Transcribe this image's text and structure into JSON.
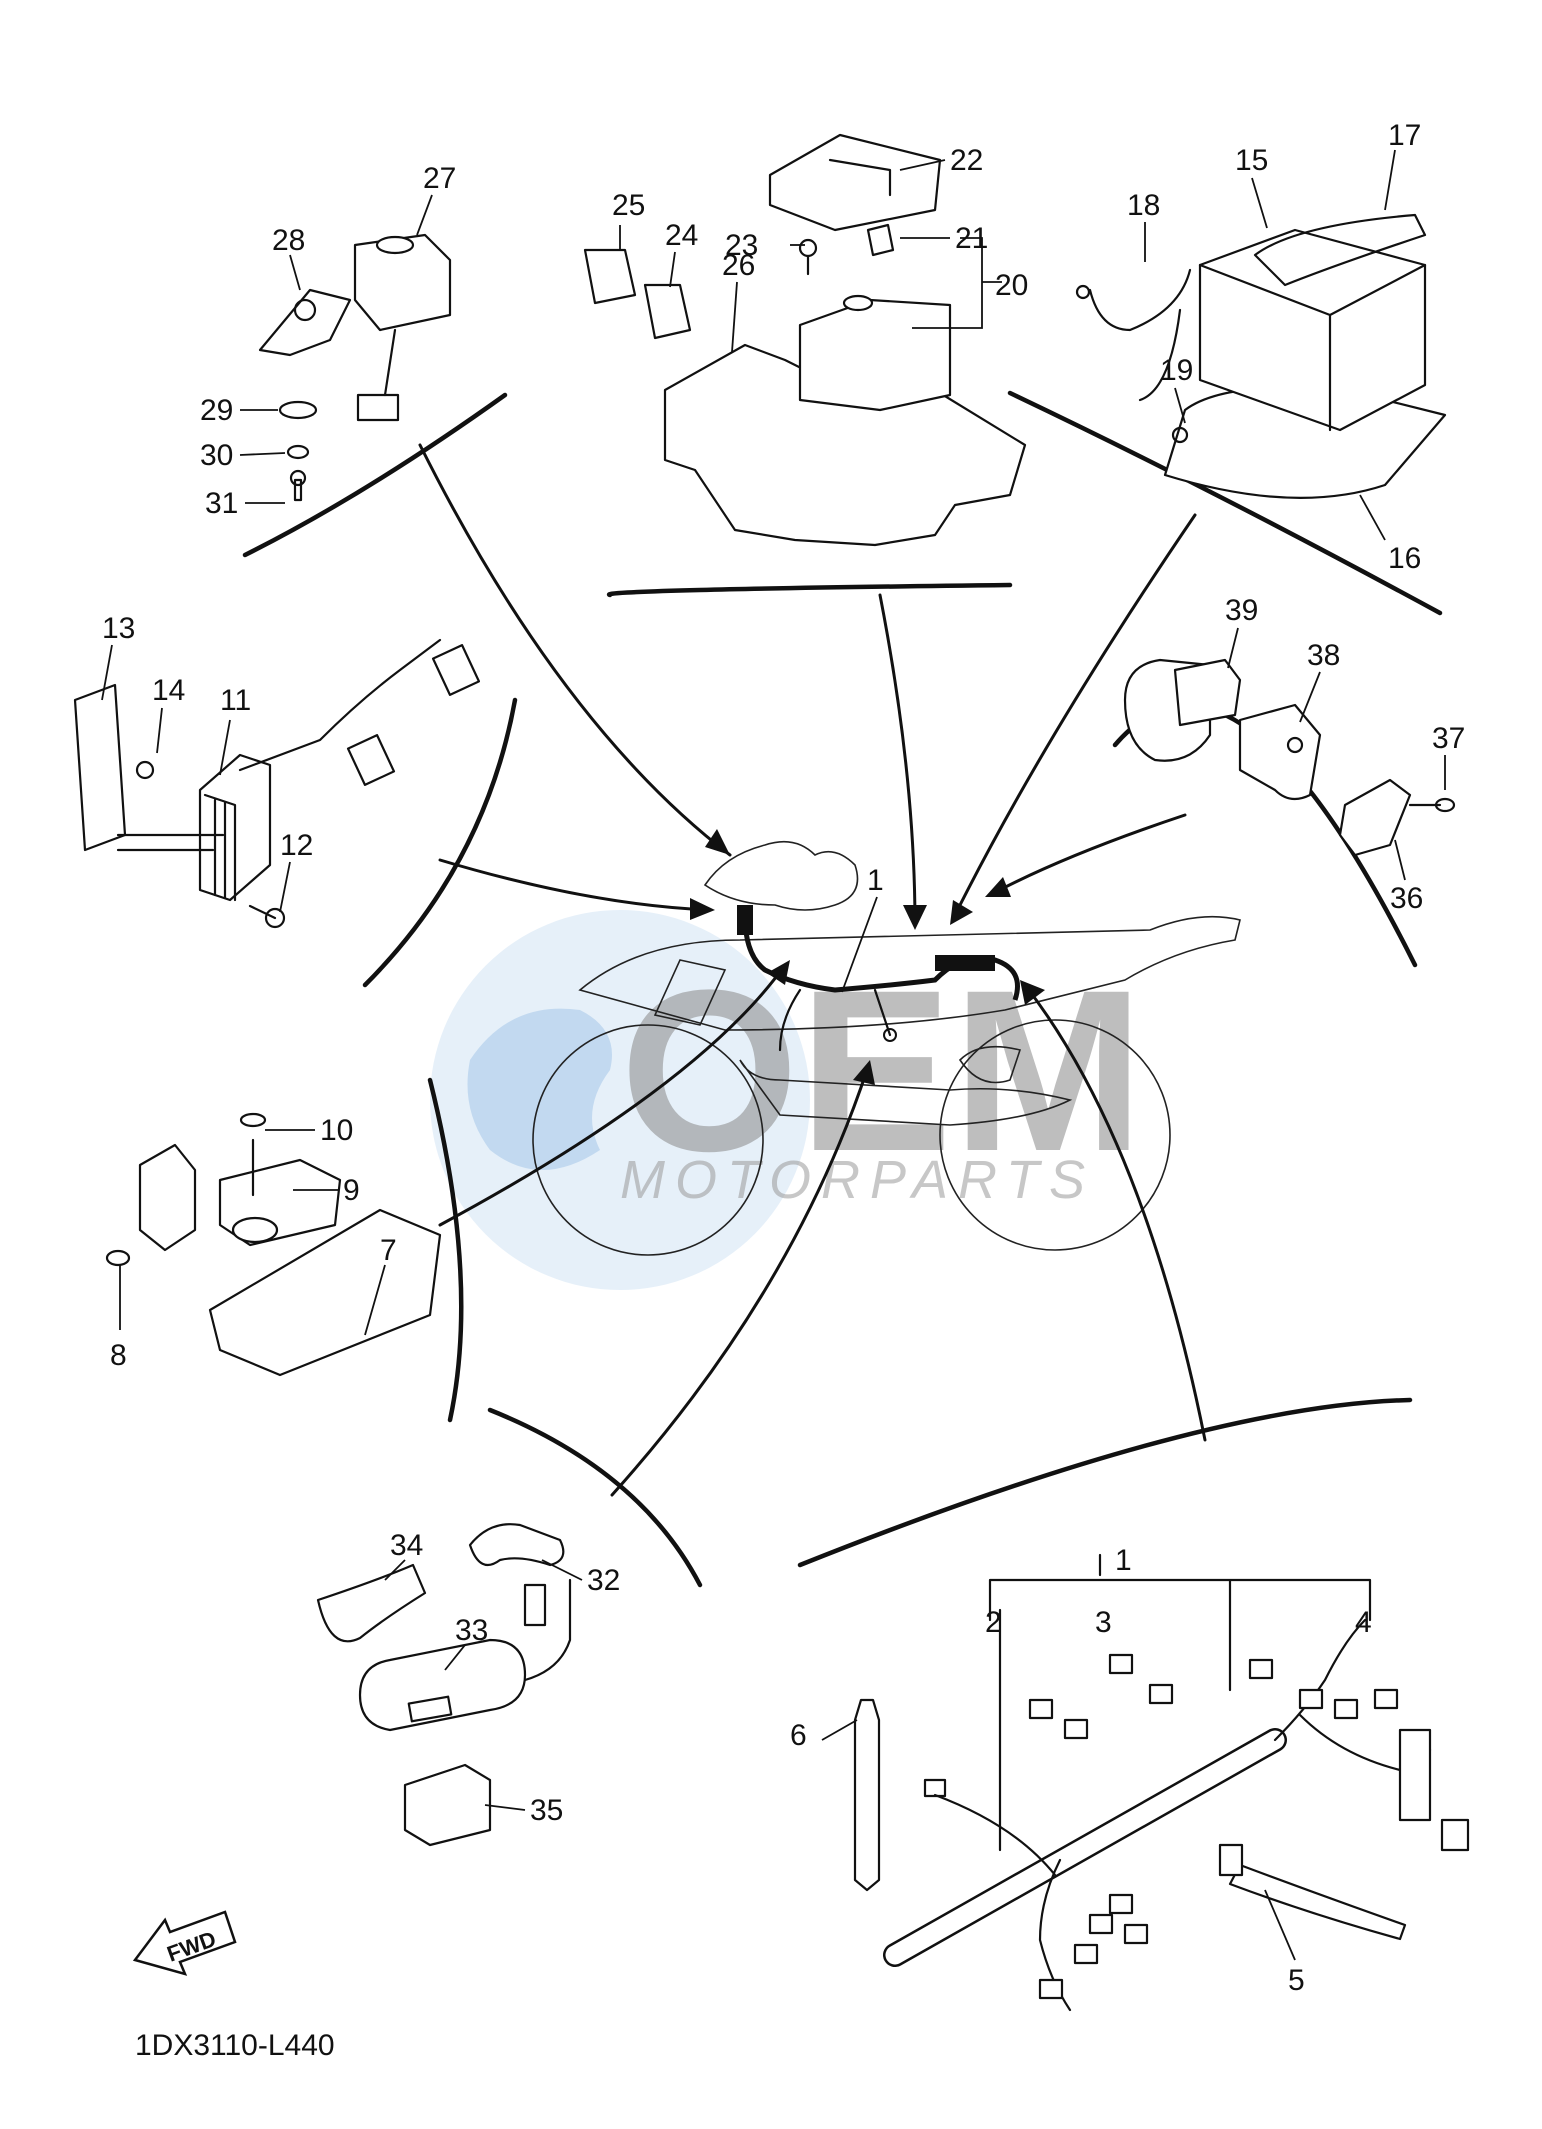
{
  "diagram": {
    "part_numbers": [
      "1",
      "2",
      "3",
      "4",
      "5",
      "6",
      "7",
      "8",
      "9",
      "10",
      "11",
      "12",
      "13",
      "14",
      "15",
      "16",
      "17",
      "18",
      "19",
      "20",
      "21",
      "22",
      "23",
      "24",
      "25",
      "26",
      "27",
      "28",
      "29",
      "30",
      "31",
      "32",
      "33",
      "34",
      "35",
      "36",
      "37",
      "38",
      "39"
    ],
    "diagram_code": "1DX3110-L440",
    "fwd_label": "FWD",
    "watermark": {
      "brand": "OEM",
      "sub": "MOTORPARTS"
    }
  }
}
